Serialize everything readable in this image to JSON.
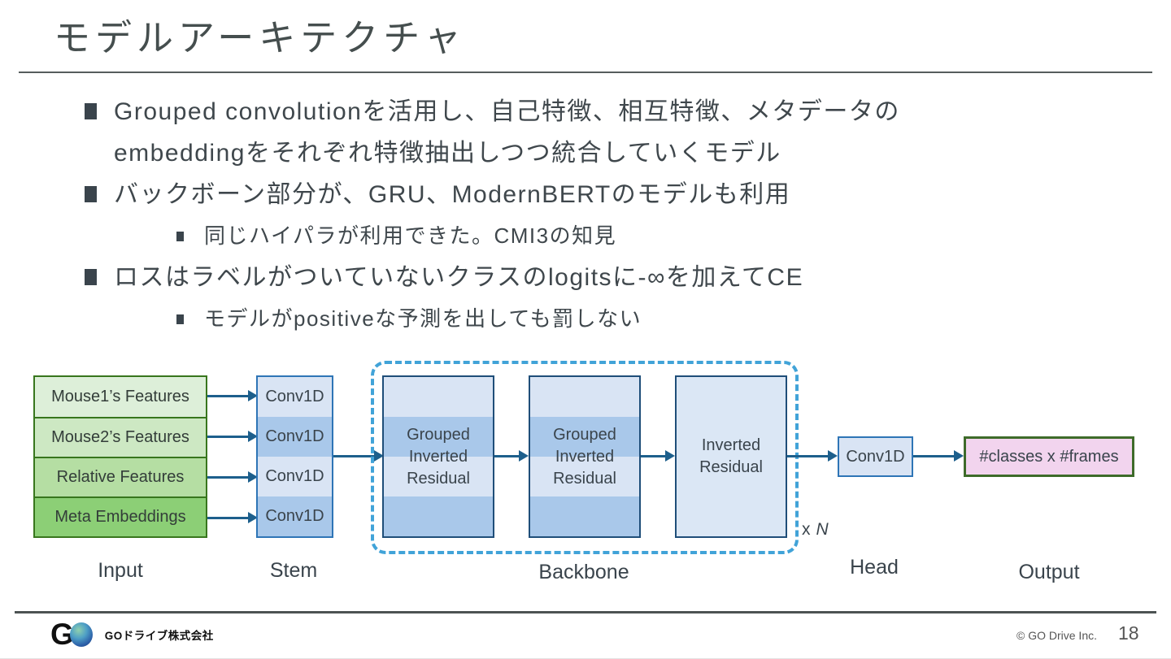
{
  "slide": {
    "title": "モデルアーキテクチャ"
  },
  "bullets": [
    {
      "level": 1,
      "text": "Grouped convolutionを活用し、自己特徴、相互特徴、メタデータの\nembeddingをそれぞれ特徴抽出しつつ統合していくモデル"
    },
    {
      "level": 1,
      "text": "バックボーン部分が、GRU、ModernBERTのモデルも利用"
    },
    {
      "level": 2,
      "text": "同じハイパラが利用できた。CMI3の知見"
    },
    {
      "level": 1,
      "text": "ロスはラベルがついていないクラスのlogitsに-∞を加えてCE"
    },
    {
      "level": 2,
      "text": "モデルがpositiveな予測を出しても罰しない"
    }
  ],
  "diagram": {
    "input_rows": [
      "Mouse1’s Features",
      "Mouse2’s Features",
      "Relative Features",
      "Meta Embeddings"
    ],
    "stem_rows": [
      "Conv1D",
      "Conv1D",
      "Conv1D",
      "Conv1D"
    ],
    "backbone_blocks": [
      "Grouped\nInverted\nResidual",
      "Grouped\nInverted\nResidual",
      "Inverted\nResidual"
    ],
    "repeat_label_x": "x",
    "repeat_label_n": "N",
    "head_block": "Conv1D",
    "output_block": "#classes x #frames",
    "stage_labels": [
      "Input",
      "Stem",
      "Backbone",
      "Head",
      "Output"
    ]
  },
  "footer": {
    "logo_g": "G",
    "company": "GOドライブ株式会社",
    "copyright": "© GO Drive Inc.",
    "page": "18"
  },
  "colors": {
    "title": "#454e4e",
    "body": "#3f474c",
    "bullet": "#3a444c",
    "rule": "#565d5d",
    "arrow": "#1d5f8c",
    "green-1": "#ddefd9",
    "green-2": "#cde8c3",
    "green-3": "#b5dea3",
    "green-4": "#8ccf76",
    "green-border": "#38761d",
    "blue-light": "#d9e4f4",
    "blue-med": "#a9c8ea",
    "blue-pale": "#dbe7f5",
    "conv-border": "#2e75b6",
    "navy-border": "#1f4e79",
    "dash": "#41a3d8",
    "pink": "#f2d4ee",
    "olive-border": "#3e6b2a"
  }
}
